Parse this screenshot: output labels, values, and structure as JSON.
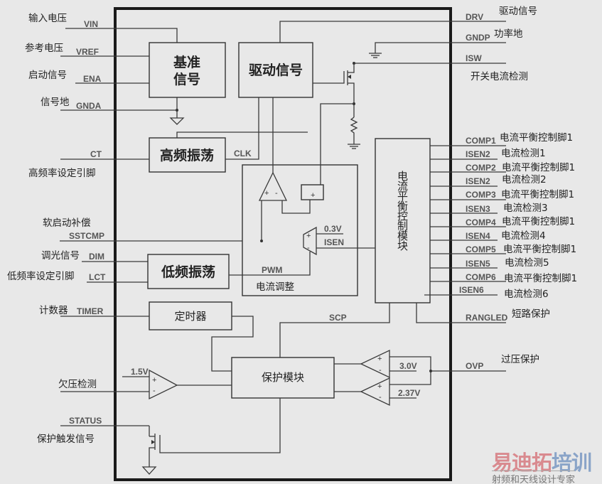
{
  "left_pins": [
    {
      "pin": "VIN",
      "label": "输入电压"
    },
    {
      "pin": "VREF",
      "label": "参考电压"
    },
    {
      "pin": "ENA",
      "label": "启动信号"
    },
    {
      "pin": "GNDA",
      "label": "信号地"
    },
    {
      "pin": "CT",
      "label": "高频率设定引脚"
    },
    {
      "pin": "SSTCMP",
      "label": "软启动补偿"
    },
    {
      "pin": "DIM",
      "label": "调光信号"
    },
    {
      "pin": "LCT",
      "label": "低频率设定引脚"
    },
    {
      "pin": "TIMER",
      "label": "计数器"
    },
    {
      "pin": "",
      "label": "欠压检测"
    },
    {
      "pin": "STATUS",
      "label": "保护触发信号"
    }
  ],
  "right_pins": [
    {
      "pin": "DRV",
      "label": "驱动信号"
    },
    {
      "pin": "GNDP",
      "label": "功率地"
    },
    {
      "pin": "ISW",
      "label": "开关电流检测"
    },
    {
      "pin": "COMP1",
      "label": "电流平衡控制脚1"
    },
    {
      "pin": "ISEN2",
      "label": "电流检测1"
    },
    {
      "pin": "COMP2",
      "label": "电流平衡控制脚1"
    },
    {
      "pin": "ISEN2",
      "label": "电流检测2"
    },
    {
      "pin": "COMP3",
      "label": "电流平衡控制脚1"
    },
    {
      "pin": "ISEN3",
      "label": "电流检测3"
    },
    {
      "pin": "COMP4",
      "label": "电流平衡控制脚1"
    },
    {
      "pin": "ISEN4",
      "label": "电流检测4"
    },
    {
      "pin": "COMP5",
      "label": "电流平衡控制脚1"
    },
    {
      "pin": "ISEN5",
      "label": "电流检测5"
    },
    {
      "pin": "COMP6",
      "label": "电流平衡控制脚1"
    },
    {
      "pin": "ISEN6",
      "label": "电流检测6"
    },
    {
      "pin": "RANGLED",
      "label": "短路保护"
    },
    {
      "pin": "OVP",
      "label": "过压保护"
    }
  ],
  "blocks": {
    "reference_l1": "基准",
    "reference_l2": "信号",
    "driver": "驱动信号",
    "hf_osc": "高频振荡",
    "lf_osc": "低频振荡",
    "timer": "定时器",
    "protection": "保护模块",
    "current_adjust": "电流调整",
    "balance": "电流平衡控制模块"
  },
  "signals": {
    "clk": "CLK",
    "pwm": "PWM",
    "v03": "0.3V",
    "isen": "ISEN",
    "scp": "SCP",
    "v30": "3.0V",
    "v237": "2.37V",
    "v15": "1.5V",
    "plus": "+",
    "minus": "-"
  },
  "watermark": {
    "logo_red": "易迪拓",
    "logo_blue": "培训",
    "tagline": "射频和天线设计专家"
  }
}
